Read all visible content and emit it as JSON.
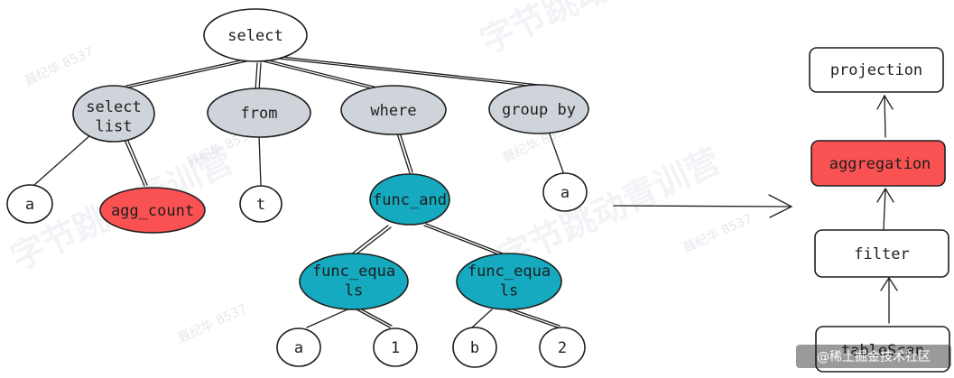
{
  "colors": {
    "gray": "#ced4da",
    "teal": "#15aabf",
    "red": "#fa5252",
    "white": "#ffffff",
    "stroke": "#1e1e1e"
  },
  "tree": {
    "root": "select",
    "clauses": [
      "select\nlist",
      "from",
      "where",
      "group by"
    ],
    "select_list_children": [
      "a",
      "agg_count"
    ],
    "from_child": "t",
    "where_child": "func_and",
    "func_and_children": [
      "func_equa\nls",
      "func_equa\nls"
    ],
    "first_equals_args": [
      "a",
      "1"
    ],
    "second_equals_args": [
      "b",
      "2"
    ],
    "group_by_child": "a"
  },
  "pipeline": [
    "projection",
    "aggregation",
    "filter",
    "tableScan"
  ],
  "watermark": {
    "text": "字节跳动青训营",
    "tag": "聂纪华 8537"
  },
  "footer": "@稀土掘金技术社区"
}
